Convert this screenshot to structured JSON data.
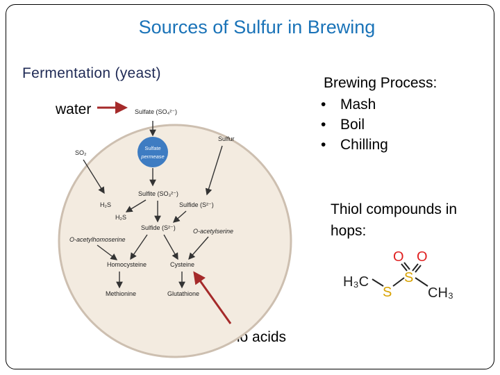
{
  "title": "Sources of Sulfur in Brewing",
  "fermentation_label": "Fermentation (yeast)",
  "water_label": "water",
  "brewing_process": {
    "heading": "Brewing Process:",
    "items": [
      "Mash",
      "Boil",
      "Chilling"
    ]
  },
  "thiol_label": "Thiol compounds in hops:",
  "amino_label": "amino acids",
  "cell_diagram": {
    "sulfate_outer": "Sulfate (SO₄²⁻)",
    "permease": [
      "Sulfate",
      "permease"
    ],
    "sulfur": "Sulfur",
    "so2": "SO₂",
    "sulfite": "Sulfite (SO₃²⁻)",
    "sulfide_right": "Sulfide (S²⁻)",
    "h2s_upper": "H₂S",
    "h2s_lower": "H₂S",
    "sulfide_center": "Sulfide (S²⁻)",
    "o_acetylhomoserine": "O-acetylhomoserine",
    "o_acetylserine": "O-acetylserine",
    "homocysteine": "Homocysteine",
    "cysteine": "Cysteine",
    "methionine": "Methionine",
    "glutathione": "Glutathione"
  },
  "molecule": {
    "left_group": "H₃C",
    "right_group": "CH₃",
    "center_s": "S",
    "bridge_s": "S",
    "o1": "O",
    "o2": "O"
  },
  "colors": {
    "title": "#1a73b8",
    "arrow": "#a52a2a",
    "cell_fill": "#f3ebe0",
    "cell_stroke": "#cdbfb0",
    "permease_fill": "#3e7cc2",
    "oxygen": "#e02020",
    "sulfur": "#d8a200"
  }
}
